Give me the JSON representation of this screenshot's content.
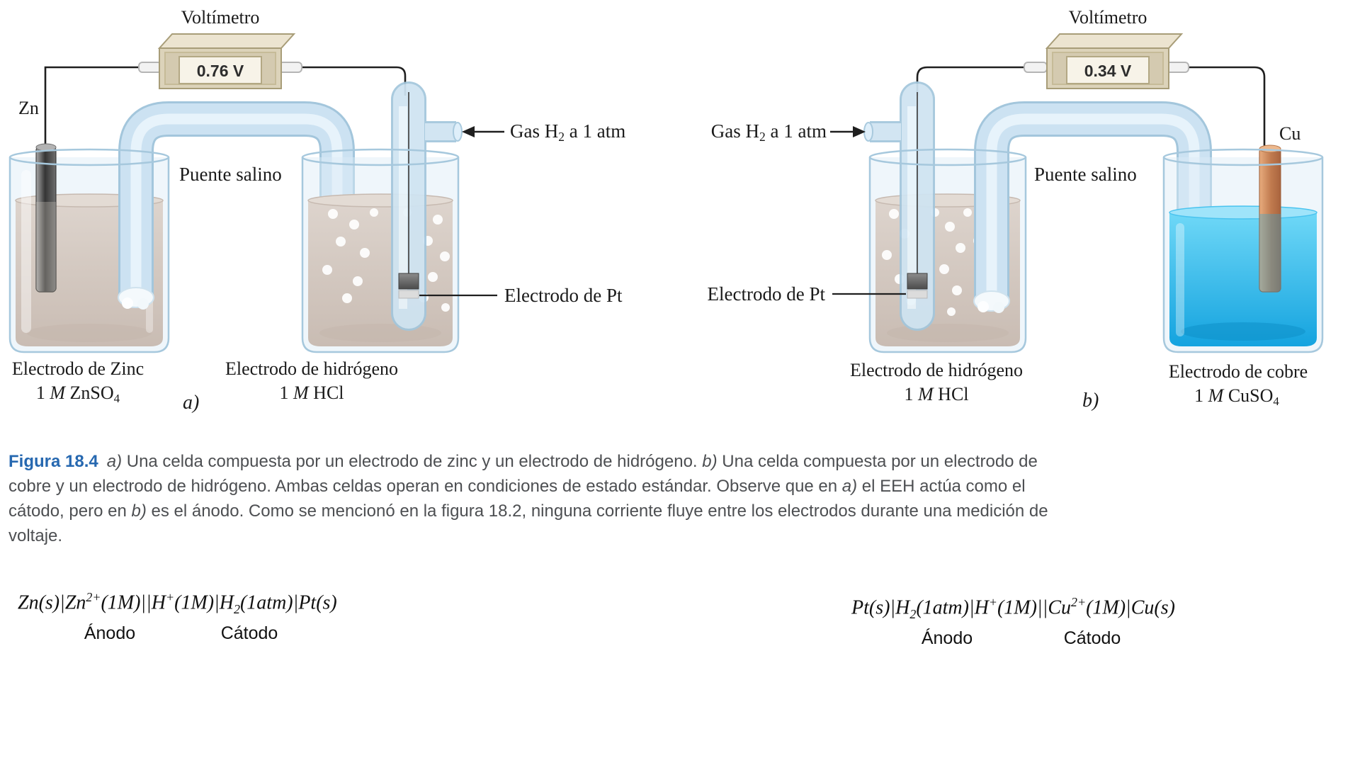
{
  "cell_a": {
    "voltmeter_label": "Voltímetro",
    "voltmeter_reading": "0.76 V",
    "metal_label": "Zn",
    "salt_bridge_label": "Puente salino",
    "gas_label": {
      "pre": "Gas H",
      "sub": "2",
      "post": " a 1 atm"
    },
    "pt_label": "Electrodo de Pt",
    "beaker1_name": "Electrodo de Zinc",
    "beaker1_solution": {
      "pre": "1 ",
      "m": "M",
      "post": " ZnSO",
      "sub": "4"
    },
    "panel_letter": "a)",
    "beaker2_name": "Electrodo de hidrógeno",
    "beaker2_solution": {
      "pre": "1 ",
      "m": "M",
      "post": " HCl",
      "sub": ""
    }
  },
  "cell_b": {
    "voltmeter_label": "Voltímetro",
    "voltmeter_reading": "0.34 V",
    "metal_label": "Cu",
    "salt_bridge_label": "Puente salino",
    "gas_label": {
      "pre": "Gas H",
      "sub": "2",
      "post": " a 1 atm"
    },
    "pt_label": "Electrodo de Pt",
    "beaker1_name": "Electrodo de hidrógeno",
    "beaker1_solution": {
      "pre": "1 ",
      "m": "M",
      "post": " HCl",
      "sub": ""
    },
    "panel_letter": "b)",
    "beaker2_name": "Electrodo de cobre",
    "beaker2_solution": {
      "pre": "1 ",
      "m": "M",
      "post": " CuSO",
      "sub": "4"
    }
  },
  "caption": {
    "label": "Figura 18.4",
    "parts": [
      {
        "t": "a)"
      },
      {
        "t": " Una celda compuesta por un electrodo de zinc y un electrodo de hidrógeno. "
      },
      {
        "t": "b)"
      },
      {
        "t": " Una celda compuesta por un electrodo de cobre y un electrodo de hidrógeno. Ambas celdas operan en condiciones de estado estándar. Observe que en "
      },
      {
        "t": "a)"
      },
      {
        "t": " el EEH actúa como el cátodo, pero en "
      },
      {
        "t": "b)"
      },
      {
        "t": " es el ánodo. Como se mencionó en la figura 18.2, ninguna corriente fluye entre los electrodos durante una medición de voltaje."
      }
    ]
  },
  "equations": {
    "a": {
      "parts": [
        {
          "t": "Zn(s)|Zn"
        },
        {
          "t": "2+"
        },
        {
          "t": "(1M)||H"
        },
        {
          "t": "+"
        },
        {
          "t": "(1M)|H"
        },
        {
          "t": "2"
        },
        {
          "t": "(1atm)|Pt(s)"
        }
      ],
      "anode": "Ánodo",
      "cathode": "Cátodo"
    },
    "b": {
      "parts": [
        {
          "t": "Pt(s)|H"
        },
        {
          "t": "2"
        },
        {
          "t": "(1atm)|H"
        },
        {
          "t": "+"
        },
        {
          "t": "(1M)||Cu"
        },
        {
          "t": "2+"
        },
        {
          "t": "(1M)|Cu(s)"
        }
      ],
      "anode": "Ánodo",
      "cathode": "Cátodo"
    }
  },
  "colors": {
    "caption_blue": "#2668b0",
    "solution_taupe": "#d3c8c0",
    "solution_copper_blue": "#1fb0e6",
    "copper_rod": "#c98055",
    "zinc_rod": "#3c3c3c",
    "voltmeter_beige": "#dcd3ba",
    "glass_blue": "#cfe4f2"
  }
}
